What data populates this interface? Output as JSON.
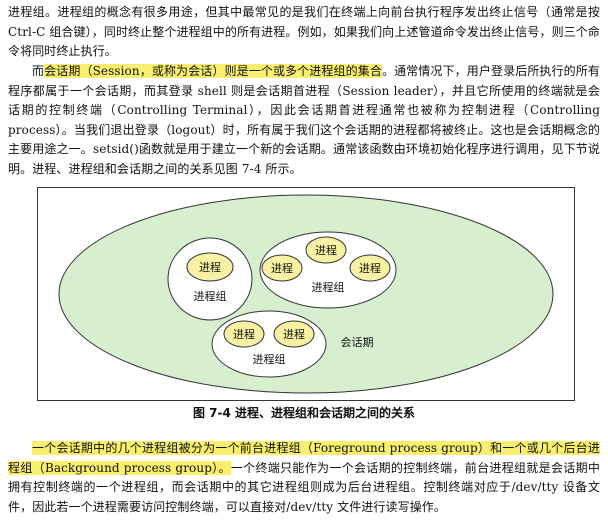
{
  "paragraph1": "进程组。进程组的概念有很多用途，但其中最常见的是我们在终端上向前台执行程序发出终止信号（通常是按 Ctrl-C 组合键），同时终止整个进程组中的所有进程。例如，如果我们向上述管道命令发出终止信号，则三个命令将同时终止执行。",
  "paragraph2": {
    "prefix": "而",
    "highlight": "会话期（Session，或称为会话）则是一个或多个进程组的集合",
    "rest": "。通常情况下，用户登录后所执行的所有程序都属于一个会话期，而其登录 shell 则是会话期首进程（Session leader），并且它所使用的终端就是会话期的控制终端（Controlling Terminal），因此会话期首进程通常也被称为控制进程（Controlling process）。当我们退出登录（logout）时，所有属于我们这个会话期的进程都将被终止。这也是会话期概念的主要用途之一。setsid()函数就是用于建立一个新的会话期。通常该函数由环境初始化程序进行调用，见下节说明。进程、进程组和会话期之间的关系见图 7-4 所示。"
  },
  "figure": {
    "process_label": "进程",
    "group_label": "进程组",
    "session_label": "会话期",
    "caption": "图 7-4  进程、进程组和会话期之间的关系",
    "colors": {
      "session_fill": "#d7efcf",
      "process_fill": "#f6f1a3",
      "group_fill": "#ffffff"
    }
  },
  "paragraph3": {
    "highlight": "一个会话期中的几个进程组被分为一个前台进程组（Foreground process group）和一个或几个后台进程组（Background process group）。",
    "rest": "一个终端只能作为一个会话期的控制终端，前台进程组就是会话期中拥有控制终端的一个进程组，而会话期中的其它进程组则成为后台进程组。控制终端对应于/dev/tty 设备文件，因此若一个进程需要访问控制终端，可以直接对/dev/tty 文件进行读写操作。"
  }
}
